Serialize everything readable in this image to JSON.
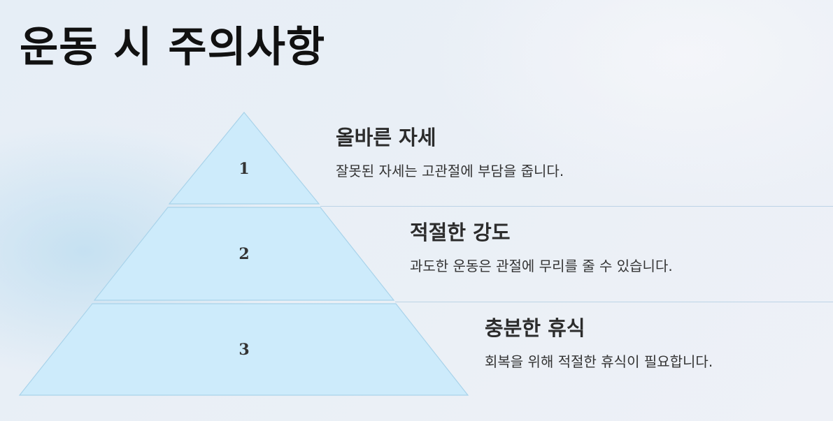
{
  "title": "운동 시 주의사항",
  "colors": {
    "tier_fill": "#cdebfb",
    "tier_stroke": "#a9d3ea",
    "divider": "#bcd3e6"
  },
  "tiers": [
    {
      "number": "1",
      "heading": "올바른 자세",
      "description": "잘못된 자세는 고관절에 부담을 줍니다."
    },
    {
      "number": "2",
      "heading": "적절한 강도",
      "description": "과도한 운동은 관절에 무리를 줄 수 있습니다."
    },
    {
      "number": "3",
      "heading": "충분한 휴식",
      "description": "회복을 위해 적절한 휴식이 필요합니다."
    }
  ]
}
